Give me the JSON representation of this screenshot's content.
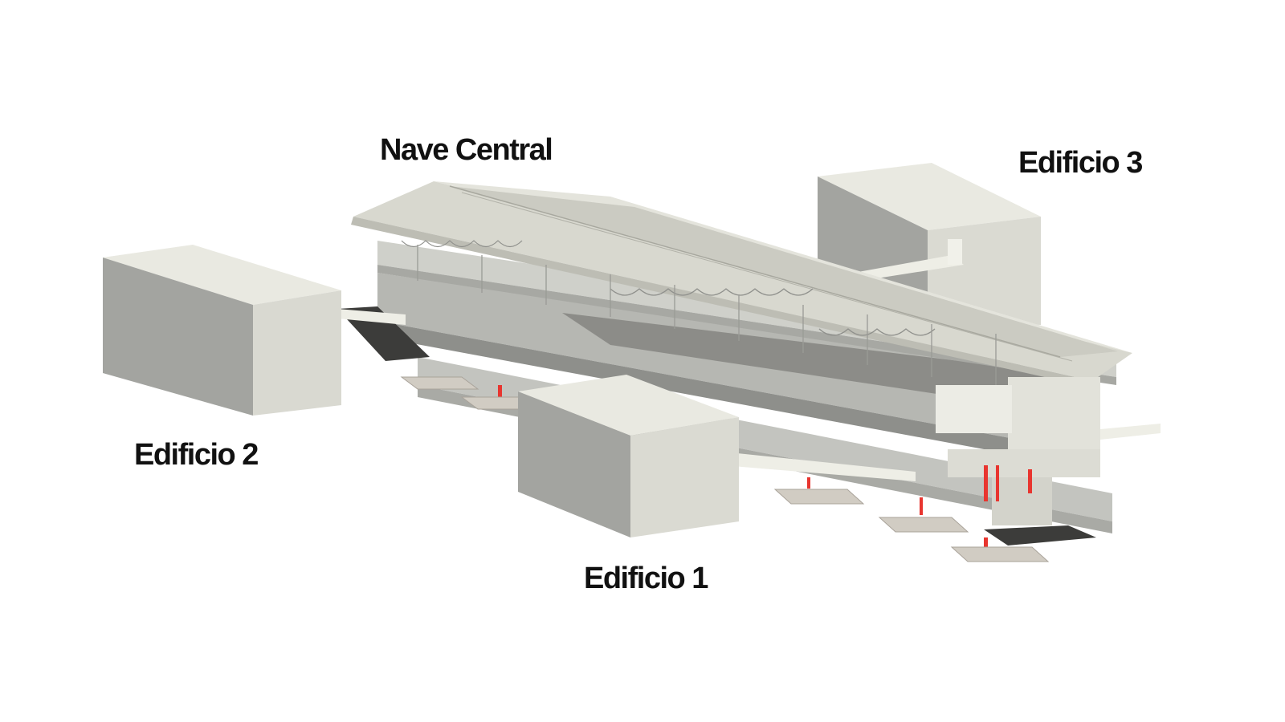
{
  "labels": {
    "nave_central": "Nave Central",
    "edificio_1": "Edificio 1",
    "edificio_2": "Edificio 2",
    "edificio_3": "Edificio 3"
  },
  "colors": {
    "background": "#ffffff",
    "building_top": "#e7e7df",
    "building_side_light": "#d9d9d1",
    "building_side_dark": "#9b9c98",
    "roof": "#d8d8cf",
    "structure": "#bfc0bb",
    "columns_accent": "#e8352f",
    "slab_dark": "#3c3c3a",
    "label_text": "#111111"
  }
}
